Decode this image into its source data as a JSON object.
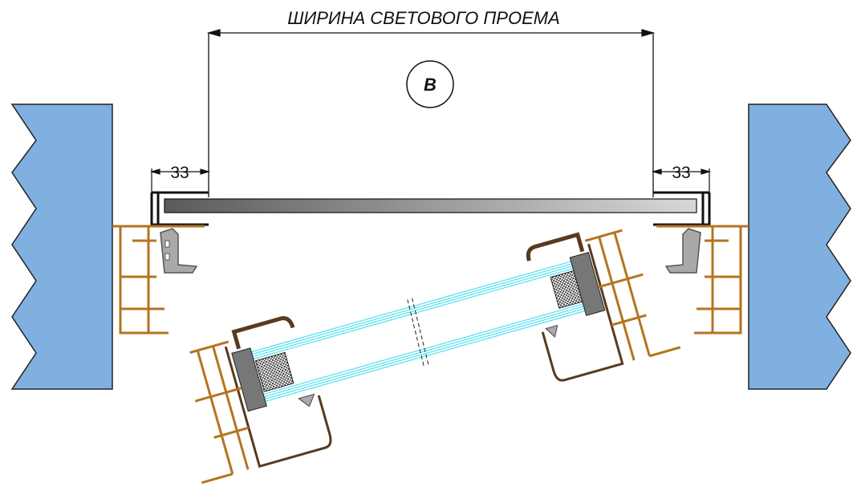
{
  "title": "ШИРИНА СВЕТОВОГО ПРОЕМА",
  "marker": "B",
  "dim_left": "33",
  "dim_right": "33",
  "colors": {
    "wall": "#7fb0e0",
    "profile": "#b4741f",
    "profile_dark": "#5a3a1c",
    "glass": "#4fe0f0",
    "seal": "#8f8f8f"
  }
}
